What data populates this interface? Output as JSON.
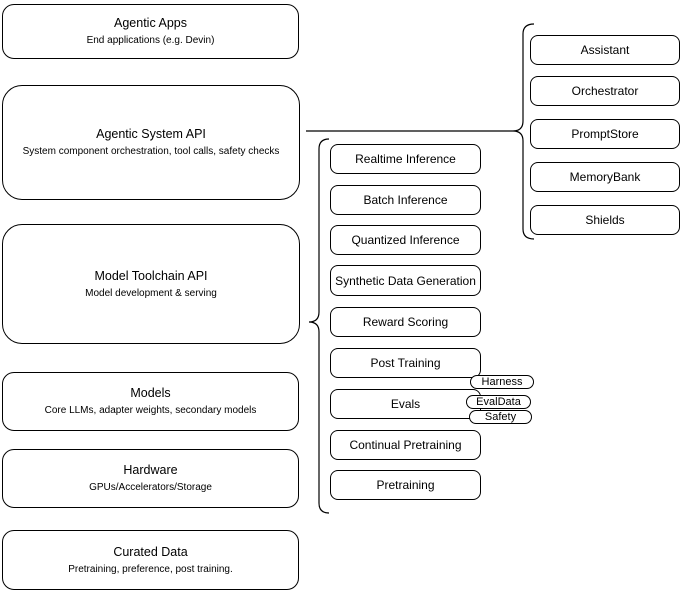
{
  "diagram": {
    "stack": [
      {
        "title": "Agentic Apps",
        "subtitle": "End applications (e.g. Devin)"
      },
      {
        "title": "Agentic System API",
        "subtitle": "System component orchestration, tool calls, safety checks"
      },
      {
        "title": "Model Toolchain API",
        "subtitle": "Model development & serving"
      },
      {
        "title": "Models",
        "subtitle": "Core LLMs, adapter weights, secondary models"
      },
      {
        "title": "Hardware",
        "subtitle": "GPUs/Accelerators/Storage"
      },
      {
        "title": "Curated Data",
        "subtitle": "Pretraining, preference, post training."
      }
    ],
    "toolchain_items": [
      "Realtime Inference",
      "Batch Inference",
      "Quantized Inference",
      "Synthetic Data Generation",
      "Reward Scoring",
      "Post Training",
      "Evals",
      "Continual Pretraining",
      "Pretraining"
    ],
    "eval_tags": [
      "Harness",
      "EvalData",
      "Safety"
    ],
    "system_components": [
      "Assistant",
      "Orchestrator",
      "PromptStore",
      "MemoryBank",
      "Shields"
    ],
    "colors": {
      "stroke": "#000000",
      "fill": "#ffffff",
      "text": "#000000",
      "background": "#ffffff"
    }
  }
}
